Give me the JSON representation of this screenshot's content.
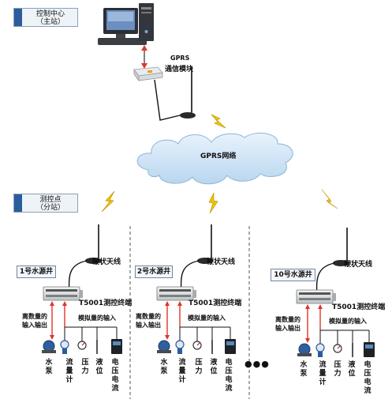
{
  "master": {
    "line1": "控制中心",
    "line2": "（主站）"
  },
  "gprs_module": {
    "line1": "GPRS",
    "line2": "通信模块"
  },
  "network": {
    "label": "GPRS网络"
  },
  "station": {
    "line1": "测控点",
    "line2": "（分站）"
  },
  "stations": [
    {
      "well": "1号水源井",
      "antenna": "鞭状天线",
      "terminal": "T5001测控终端",
      "digital": [
        "离数量的",
        "输入输出"
      ],
      "analog": "模拟量的输入",
      "devices": [
        "水泵",
        "流量计",
        "压力",
        "液位",
        "电压电流"
      ]
    },
    {
      "well": "2号水源井",
      "antenna": "鞭状天线",
      "terminal": "T5001测控终端",
      "digital": [
        "离数量的",
        "输入输出"
      ],
      "analog": "模拟量的输入",
      "devices": [
        "水泵",
        "流量计",
        "压力",
        "液位",
        "电压电流"
      ]
    },
    {
      "well": "10号水源井",
      "antenna": "鞭状天线",
      "terminal": "T5001测控终端",
      "digital": [
        "离数量的",
        "输入输出"
      ],
      "analog": "模拟量的输入",
      "devices": [
        "水泵",
        "流量计",
        "压力",
        "液位",
        "电压电流"
      ]
    }
  ],
  "ellipsis": "●●●",
  "colors": {
    "accent": "#2b5d9c",
    "arrow": "#e0342b",
    "lightning": "#f2c200",
    "cloud": "#cfe3f5"
  }
}
